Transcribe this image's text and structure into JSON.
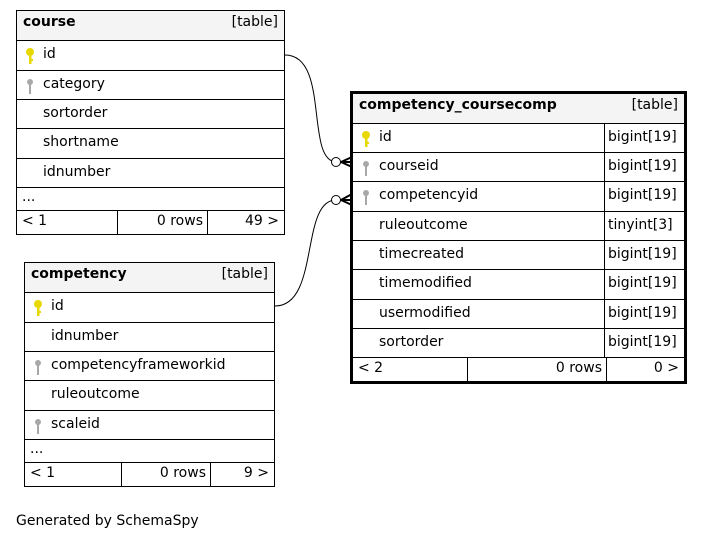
{
  "tables": {
    "course": {
      "name": "course",
      "kind": "[table]",
      "columns": [
        {
          "name": "id",
          "key": "primary"
        },
        {
          "name": "category",
          "key": "foreign"
        },
        {
          "name": "sortorder",
          "key": "none"
        },
        {
          "name": "shortname",
          "key": "none"
        },
        {
          "name": "idnumber",
          "key": "none"
        }
      ],
      "more": "...",
      "footer": {
        "prev": "< 1",
        "rows": "0 rows",
        "next": "49 >"
      }
    },
    "competency": {
      "name": "competency",
      "kind": "[table]",
      "columns": [
        {
          "name": "id",
          "key": "primary"
        },
        {
          "name": "idnumber",
          "key": "none"
        },
        {
          "name": "competencyframeworkid",
          "key": "foreign"
        },
        {
          "name": "ruleoutcome",
          "key": "none"
        },
        {
          "name": "scaleid",
          "key": "foreign"
        }
      ],
      "more": "...",
      "footer": {
        "prev": "< 1",
        "rows": "0 rows",
        "next": "9 >"
      }
    },
    "competency_coursecomp": {
      "name": "competency_coursecomp",
      "kind": "[table]",
      "columns": [
        {
          "name": "id",
          "type": "bigint[19]",
          "key": "primary"
        },
        {
          "name": "courseid",
          "type": "bigint[19]",
          "key": "foreign"
        },
        {
          "name": "competencyid",
          "type": "bigint[19]",
          "key": "foreign"
        },
        {
          "name": "ruleoutcome",
          "type": "tinyint[3]",
          "key": "none"
        },
        {
          "name": "timecreated",
          "type": "bigint[19]",
          "key": "none"
        },
        {
          "name": "timemodified",
          "type": "bigint[19]",
          "key": "none"
        },
        {
          "name": "usermodified",
          "type": "bigint[19]",
          "key": "none"
        },
        {
          "name": "sortorder",
          "type": "bigint[19]",
          "key": "none"
        }
      ],
      "footer": {
        "prev": "< 2",
        "rows": "0 rows",
        "next": "0 >"
      }
    }
  },
  "colors": {
    "primary_key": "#e6d800",
    "foreign_key": "#a8a8a8",
    "header_bg": "#f4f4f4"
  },
  "icons": {
    "primary": "primary-key-icon",
    "foreign": "foreign-key-icon"
  },
  "credit": "Generated by SchemaSpy"
}
